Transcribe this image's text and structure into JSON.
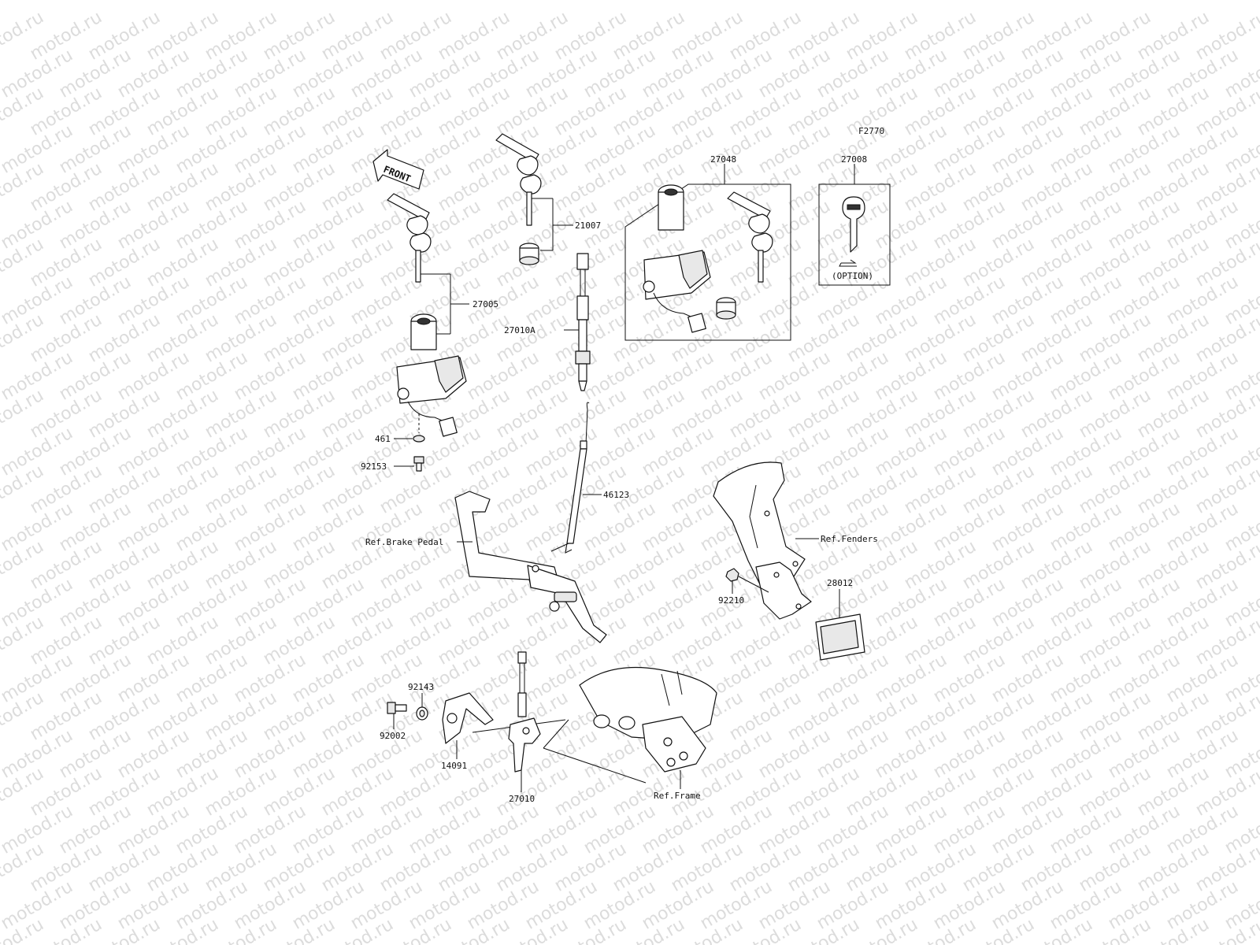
{
  "watermark_text": "motod.ru",
  "figure_code": "F2770",
  "front_marker": "FRONT",
  "option_label": "(OPTION)",
  "parts": {
    "p27005": "27005",
    "p21007": "21007",
    "p27010A": "27010A",
    "p461": "461",
    "p92153": "92153",
    "p46123": "46123",
    "p27048": "27048",
    "p27008": "27008",
    "p28012": "28012",
    "p92210": "92210",
    "p92143": "92143",
    "p92002": "92002",
    "p14091": "14091",
    "p27010": "27010"
  },
  "refs": {
    "brake_pedal": "Ref.Brake Pedal",
    "fenders": "Ref.Fenders",
    "frame": "Ref.Frame"
  }
}
